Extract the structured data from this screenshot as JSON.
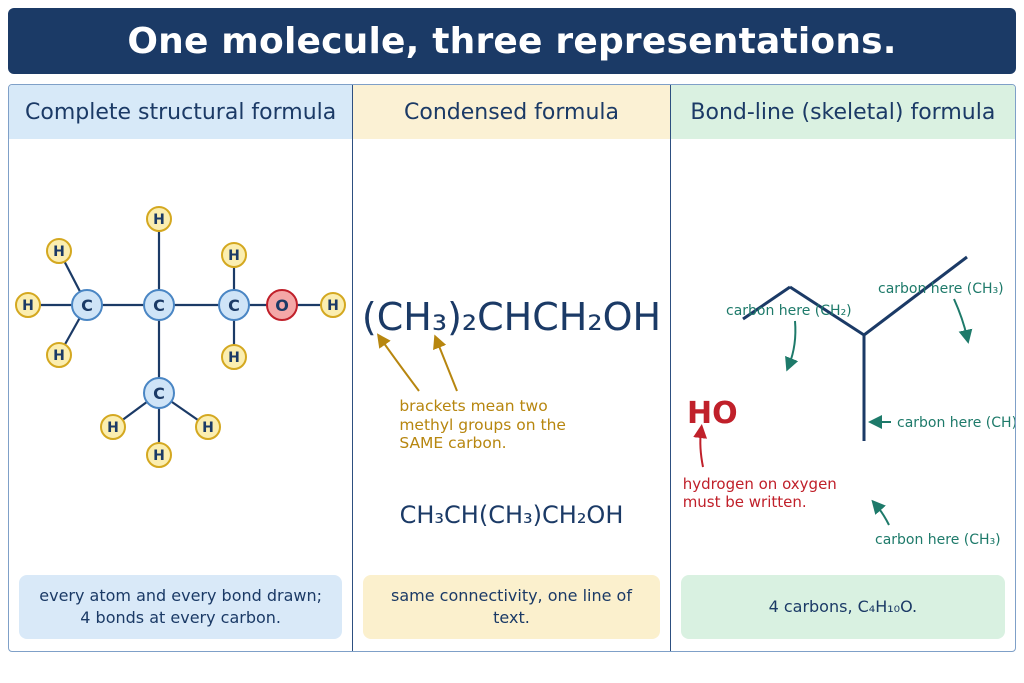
{
  "title": "One molecule, three representations.",
  "panels": {
    "structural": {
      "heading": "Complete structural formula",
      "note": "every atom and every bond drawn;\n4 bonds at every carbon."
    },
    "condensed": {
      "heading": "Condensed formula",
      "formula_main": "(CH₃)₂CHCH₂OH",
      "annotation": "brackets mean two\nmethyl groups on the\nSAME carbon.",
      "formula_alt": "CH₃CH(CH₃)CH₂OH",
      "note": "same connectivity, one line of text."
    },
    "skeletal": {
      "heading": "Bond-line (skeletal) formula",
      "ho_label": "HO",
      "label_ch2": "carbon here (CH₂)",
      "label_ch3_top": "carbon here (CH₃)",
      "label_ch": "carbon here (CH)",
      "label_ch3_bottom": "carbon here (CH₃)",
      "hydrogen_note": "hydrogen on oxygen\nmust be written.",
      "note": "4 carbons, C₄H₁₀O."
    }
  },
  "atoms": {
    "h": "H",
    "c": "C",
    "o": "O"
  },
  "colors": {
    "banner": "#1b3a66",
    "carbon_fill": "#cfe4f7",
    "hydrogen_fill": "#fbeeb0",
    "oxygen_fill": "#f4a7a7",
    "gold": "#b7860f",
    "teal": "#1e7a6a",
    "red": "#c0202a"
  }
}
